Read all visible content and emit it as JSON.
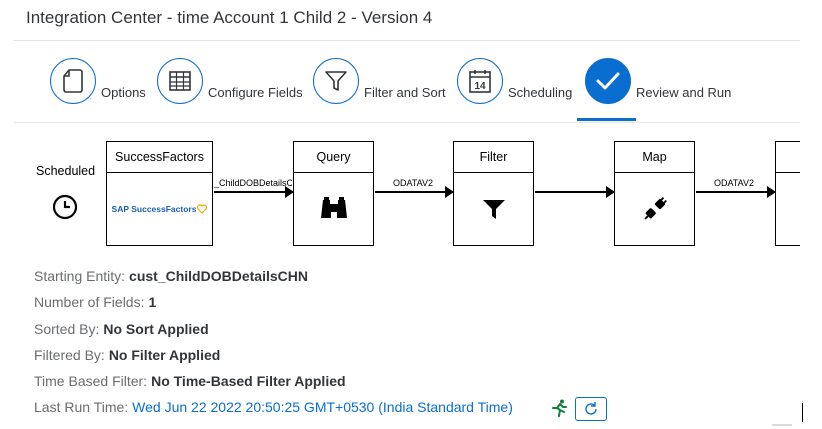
{
  "header": {
    "title": "Integration Center - time Account 1 Child 2 - Version 4"
  },
  "steps": [
    {
      "label": "Options",
      "icon": "document-icon"
    },
    {
      "label": "Configure Fields",
      "icon": "table-grid-icon"
    },
    {
      "label": "Filter and Sort",
      "icon": "funnel-icon"
    },
    {
      "label": "Scheduling",
      "icon": "calendar-14-icon"
    },
    {
      "label": "Review and Run",
      "icon": "checkmark-icon",
      "active": true
    }
  ],
  "flow": {
    "scheduled_label": "Scheduled",
    "nodes": [
      {
        "title": "SuccessFactors",
        "logo_text": "SAP SuccessFactors"
      },
      {
        "title": "Query"
      },
      {
        "title": "Filter"
      },
      {
        "title": "Map"
      },
      {
        "title": "V"
      }
    ],
    "connectors": [
      "_ChildDOBDetailsC",
      "ODATAV2",
      "",
      "ODATAV2"
    ]
  },
  "details": {
    "starting_entity": {
      "label": "Starting Entity:",
      "value": "cust_ChildDOBDetailsCHN"
    },
    "number_of_fields": {
      "label": "Number of Fields:",
      "value": "1"
    },
    "sorted_by": {
      "label": "Sorted By:",
      "value": "No Sort Applied"
    },
    "filtered_by": {
      "label": "Filtered By:",
      "value": "No Filter Applied"
    },
    "time_based_filter": {
      "label": "Time Based Filter:",
      "value": "No Time-Based Filter Applied"
    },
    "last_run_time": {
      "label": "Last Run Time:",
      "value": "Wed Jun 22 2022 20:50:25 GMT+0530 (India Standard Time)"
    }
  },
  "colors": {
    "accent": "#0a6ed1",
    "text": "#32363a",
    "label": "#6a6d70",
    "success": "#107e3e"
  }
}
